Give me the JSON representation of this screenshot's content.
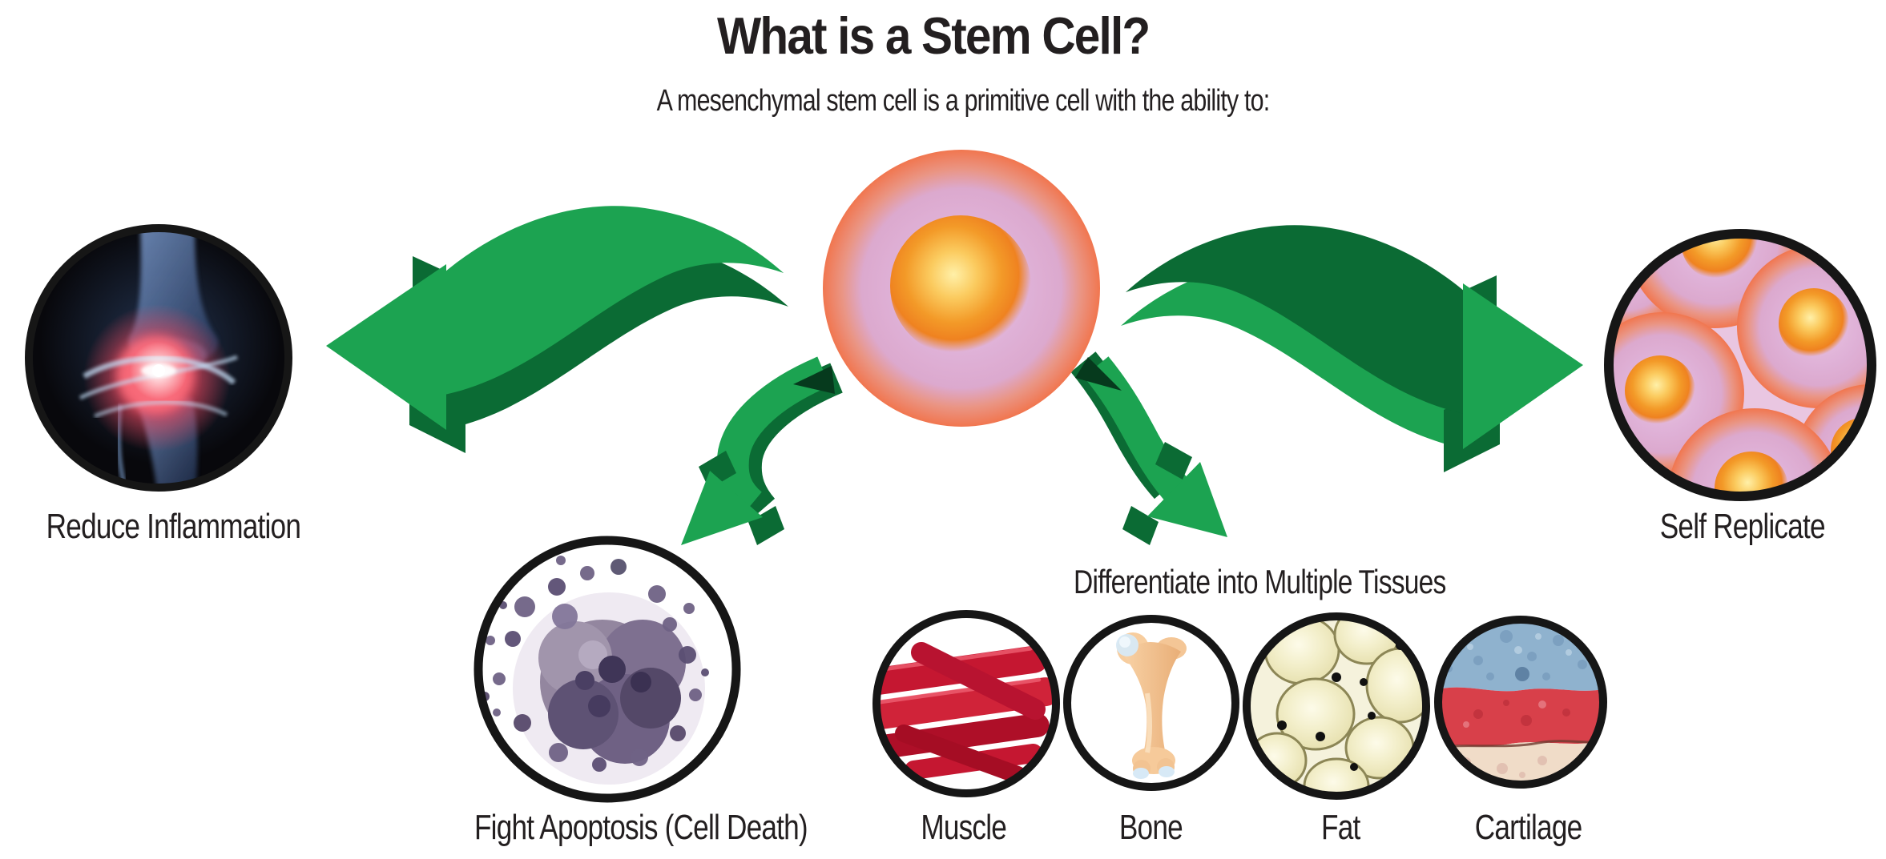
{
  "title": "What is a Stem Cell?",
  "subtitle": "A mesenchymal stem cell is a primitive cell with the ability to:",
  "abilities": {
    "reduce_inflammation": {
      "label": "Reduce Inflammation"
    },
    "self_replicate": {
      "label": "Self Replicate"
    },
    "fight_apoptosis": {
      "label": "Fight Apoptosis (Cell Death)"
    },
    "differentiate": {
      "label": "Differentiate into Multiple Tissues",
      "tissues": [
        {
          "label": "Muscle"
        },
        {
          "label": "Bone"
        },
        {
          "label": "Fat"
        },
        {
          "label": "Cartilage"
        }
      ]
    }
  },
  "figures": {
    "center": "stem-cell-illustration",
    "reduce_inflammation": "knee-joint-xray-image",
    "self_replicate": "stem-cell-cluster-image",
    "fight_apoptosis": "apoptotic-cell-micrograph-image",
    "muscle": "muscle-fibers-image",
    "bone": "femur-bone-image",
    "fat": "adipose-tissue-image",
    "cartilage": "cartilage-histology-image",
    "arrows": "green-ribbon-arrow-icon"
  },
  "colors": {
    "background": "#FFFFFF",
    "text": "#231F20",
    "arrow_green": "#1CA351",
    "arrow_green_dark": "#0B6B34",
    "arrow_green_deep": "#063A1D",
    "circle_border": "#161616",
    "cell_body_pink": "#DFB2D8",
    "cell_rim_coral": "#F1764F",
    "cell_nucleus_orange": "#EF8220",
    "cell_nucleus_highlight": "#FFF0A8"
  }
}
